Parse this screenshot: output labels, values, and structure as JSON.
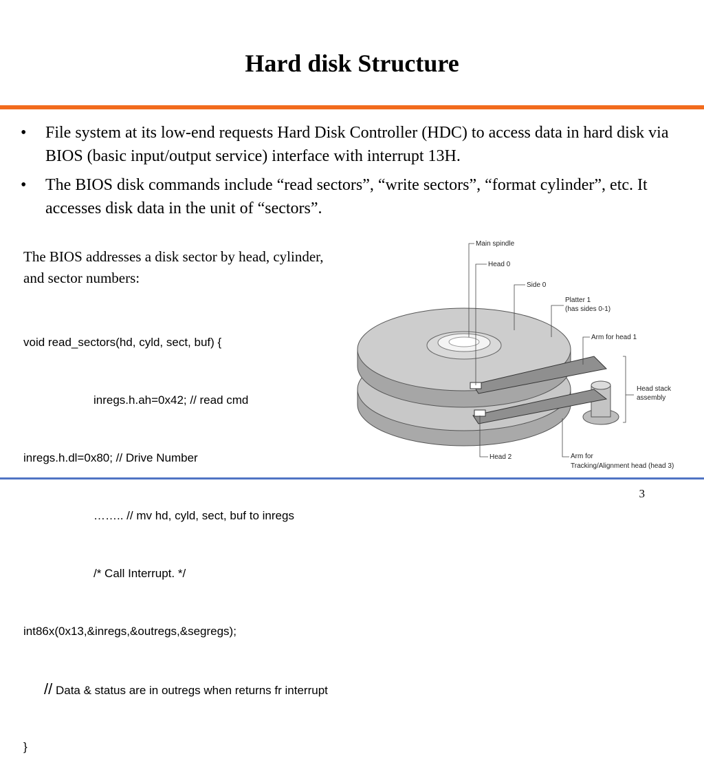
{
  "slide": {
    "title": "Hard disk Structure",
    "page_number": "3"
  },
  "bullets": [
    {
      "symbol": "•",
      "text": "File system at its low-end requests Hard Disk Controller (HDC) to access data in hard disk via BIOS (basic input/output service) interface with interrupt 13H."
    },
    {
      "symbol": "•",
      "text": "The BIOS disk commands include “read sectors”, “write sectors”, “format cylinder”, etc. It accesses disk data in the unit of “sectors”."
    }
  ],
  "intro": "The BIOS addresses a disk sector by head, cylinder, and sector numbers:",
  "code": {
    "line1": "void read_sectors(hd, cyld, sect, buf) {",
    "line2": "inregs.h.ah=0x42; // read cmd",
    "line3": "inregs.h.dl=0x80; // Drive Number",
    "line4": "…….. // mv hd, cyld, sect, buf to inregs",
    "line5": "/* Call Interrupt. */",
    "line6": "int86x(0x13,&inregs,&outregs,&segregs);",
    "line7_slashes": "//",
    "line7_text": " Data & status are in outregs when returns fr interrupt",
    "line8": "}"
  },
  "diagram": {
    "labels": {
      "main_spindle": "Main spindle",
      "head0": "Head 0",
      "side0": "Side 0",
      "platter1": "Platter 1",
      "platter1_note": "(has sides 0-1)",
      "arm_head1": "Arm for head 1",
      "head_stack_1": "Head stack",
      "head_stack_2": "assembly",
      "head2": "Head 2",
      "arm_tracking_1": "Arm for",
      "arm_tracking_2": "Tracking/Alignment head (head 3)"
    }
  },
  "colors": {
    "top_rule": "#f26b1d",
    "bottom_rule": "#4f74c4",
    "platter": "#c8c8c8"
  }
}
